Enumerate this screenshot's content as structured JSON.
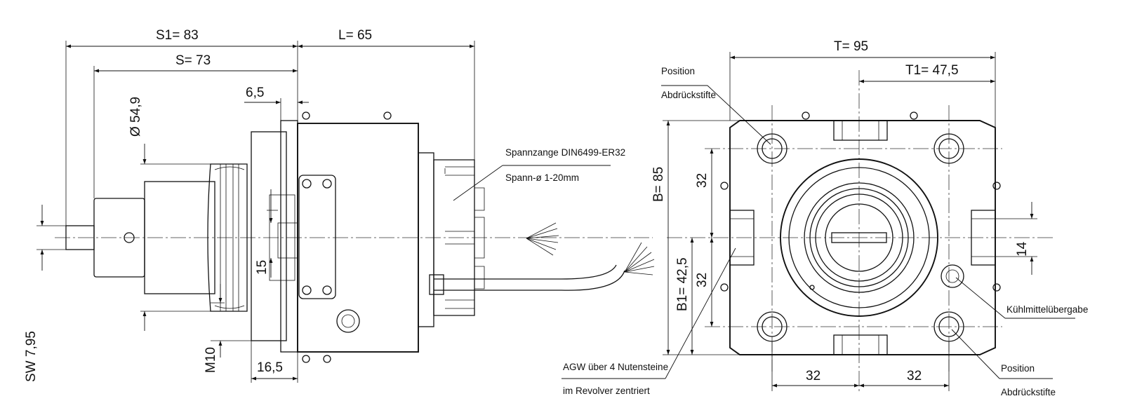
{
  "labels": {
    "s1": "S1= 83",
    "s": "S= 73",
    "l": "L= 65",
    "d6_5": "6,5",
    "dia": "Ø 54,9",
    "d15": "15",
    "sw": "SW 7,95",
    "m10": "M10",
    "d16_5": "16,5",
    "collet1": "Spannzange DIN6499-ER32",
    "collet2": "Spann-ø 1-20mm",
    "t": "T= 95",
    "t1": "T1= 47,5",
    "pos_top1": "Position",
    "pos_top2": "Abdrückstifte",
    "b": "B= 85",
    "b1": "B1= 42,5",
    "d32_v_top": "32",
    "d32_v_bottom": "32",
    "d14": "14",
    "cool": "Kühlmittelübergabe",
    "agw1": "AGW über 4 Nutensteine",
    "agw2": "im Revolver zentriert",
    "d32_h_left": "32",
    "d32_h_right": "32",
    "pos_bot1": "Position",
    "pos_bot2": "Abdrückstifte"
  }
}
